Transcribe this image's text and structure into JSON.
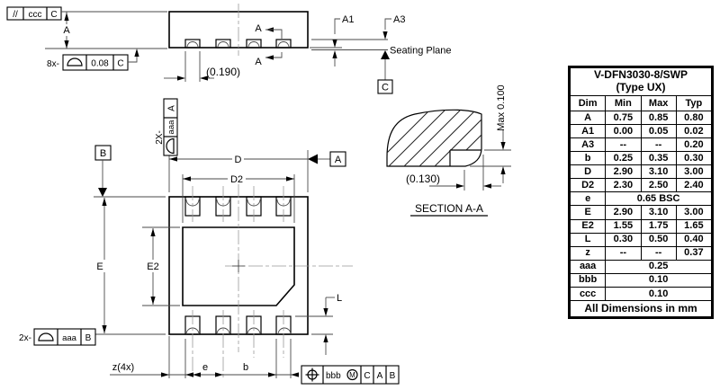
{
  "drawing": {
    "labels": {
      "a": "A",
      "a1": "A1",
      "a3": "A3",
      "d": "D",
      "d2": "D2",
      "e_cap": "E",
      "e2": "E2",
      "l": "L",
      "b": "b",
      "e": "e",
      "z": "z(4x)",
      "ref190": "(0.190)",
      "ref130": "(0.130)",
      "max100": "Max 0.100",
      "seating": "Seating Plane",
      "section": "SECTION A-A",
      "sec_arrow": "A"
    },
    "datums": {
      "a": "A",
      "b": "B",
      "c": "C"
    },
    "fcf_parallel": {
      "sym": "//",
      "tol": "ccc",
      "datum": "C"
    },
    "fcf_8x": {
      "qty": "8x-",
      "tol": "0.08",
      "datum": "C"
    },
    "fcf_2x_top": {
      "qty": "2X-",
      "tol": "aaa",
      "datum": "A"
    },
    "fcf_2x_bot": {
      "qty": "2x-",
      "tol": "aaa",
      "datum": "B"
    },
    "fcf_pos": {
      "tol": "bbb",
      "mod": "M",
      "d1": "C",
      "d2": "A",
      "d3": "B"
    }
  },
  "table": {
    "title1": "V-DFN3030-8/SWP",
    "title2": "(Type UX)",
    "headers": [
      "Dim",
      "Min",
      "Max",
      "Typ"
    ],
    "rows": [
      {
        "dim": "A",
        "min": "0.75",
        "max": "0.85",
        "typ": "0.80"
      },
      {
        "dim": "A1",
        "min": "0.00",
        "max": "0.05",
        "typ": "0.02"
      },
      {
        "dim": "A3",
        "min": "--",
        "max": "--",
        "typ": "0.20"
      },
      {
        "dim": "b",
        "min": "0.25",
        "max": "0.35",
        "typ": "0.30"
      },
      {
        "dim": "D",
        "min": "2.90",
        "max": "3.10",
        "typ": "3.00"
      },
      {
        "dim": "D2",
        "min": "2.30",
        "max": "2.50",
        "typ": "2.40"
      }
    ],
    "row_e": {
      "dim": "e",
      "value": "0.65 BSC"
    },
    "rows2": [
      {
        "dim": "E",
        "min": "2.90",
        "max": "3.10",
        "typ": "3.00"
      },
      {
        "dim": "E2",
        "min": "1.55",
        "max": "1.75",
        "typ": "1.65"
      },
      {
        "dim": "L",
        "min": "0.30",
        "max": "0.50",
        "typ": "0.40"
      },
      {
        "dim": "z",
        "min": "--",
        "max": "--",
        "typ": "0.37"
      }
    ],
    "row_aaa": {
      "dim": "aaa",
      "value": "0.25"
    },
    "row_bbb": {
      "dim": "bbb",
      "value": "0.10"
    },
    "row_ccc": {
      "dim": "ccc",
      "value": "0.10"
    },
    "footer": "All Dimensions in mm"
  }
}
